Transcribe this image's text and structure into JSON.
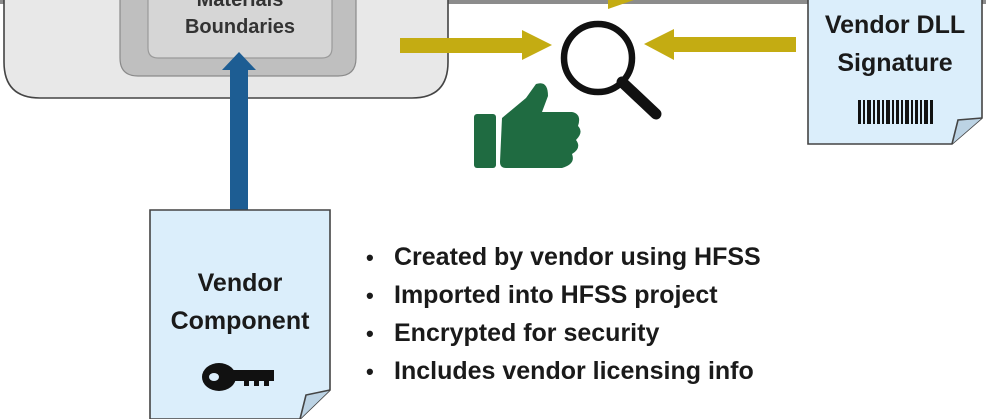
{
  "outer_box": {
    "partial_label": "Materials",
    "label": "Boundaries"
  },
  "vendor_dll": {
    "line1": "Vendor DLL",
    "line2": "Signature",
    "icon": "barcode-icon"
  },
  "vendor_component": {
    "line1": "Vendor",
    "line2": "Component",
    "icon": "key-icon"
  },
  "bullets": [
    "Created by vendor using HFSS",
    "Imported into HFSS project",
    "Encrypted for security",
    "Includes vendor licensing info"
  ],
  "icons": {
    "inspect": "magnifier-icon",
    "approve": "thumbs-up-icon"
  },
  "colors": {
    "gold_arrow": "#c4ac12",
    "blue_arrow": "#1d5d93",
    "thumb": "#1f6b41",
    "doc_fill": "#dbeefb",
    "panel_fill": "#e8e8e8"
  }
}
